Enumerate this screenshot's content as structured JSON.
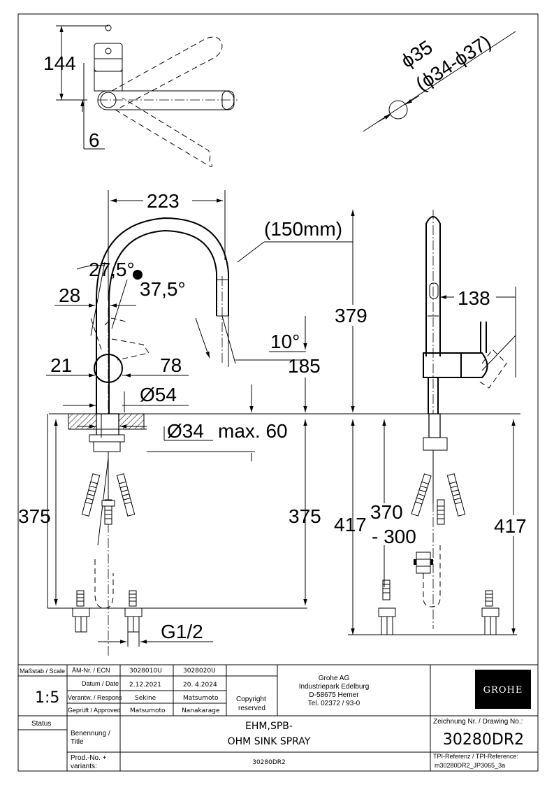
{
  "dimensions": {
    "top_height": "144",
    "top_offset": "6",
    "hole_diameter": "ϕ35",
    "hole_range": "(ϕ34-ϕ37)",
    "reach": "223",
    "hose": "(150mm)",
    "swivel_left": "27,5°",
    "swivel_right": "37,5°",
    "offset_28": "28",
    "spout_height": "379",
    "spray_angle": "10°",
    "offset_21": "21",
    "lever_78": "78",
    "aerator_185": "185",
    "base_diameter": "Ø54",
    "shank_diameter": "Ø34",
    "max_thickness": "max. 60",
    "hose_left": "375",
    "hose_right": "375",
    "hose_417_left": "417",
    "weight_range_a": "370",
    "weight_range_b": "- 300",
    "side_reach": "138",
    "hose_417_right": "417",
    "connection": "G1/2"
  },
  "title_block": {
    "scale_label": "Maßstab / Scale",
    "scale_value": "1:5",
    "ecn_label": "ÄM-Nr. / ECN",
    "ecn_1": "3028010U",
    "ecn_2": "3028020U",
    "date_label": "Datum / Date",
    "date_1": "2.12.2021",
    "date_2": "20. 4.2024",
    "resp_label": "Verantw. / Respons",
    "resp_1": "Sekine",
    "resp_2": "Matsumoto",
    "appr_label": "Geprüft / Approved",
    "appr_1": "Matsumoto",
    "appr_2": "Nanakarage",
    "copyright_1": "Copyright",
    "copyright_2": "reserved",
    "company_1": "Grohe AG",
    "company_2": "Industriepark Edelburg",
    "company_3": "D-58675 Hemer",
    "company_4": "Tel. 02372 / 93-0",
    "logo": "GROHE",
    "status_label": "Status",
    "title_label_1": "Benennung /",
    "title_label_2": "Title",
    "title_1": "EHM,SPB-",
    "title_2": "OHM SINK SPRAY",
    "drawing_no_label": "Zeichnung Nr. / Drawing No.:",
    "drawing_no": "30280DR2",
    "prod_label_1": "Prod.-No. +",
    "prod_label_2": "variants:",
    "prod_no": "30280DR2",
    "tpi_label": "TPI-Referenz / TPI-Reference:",
    "tpi_ref": "m30280DR2_JP3065_3a"
  }
}
